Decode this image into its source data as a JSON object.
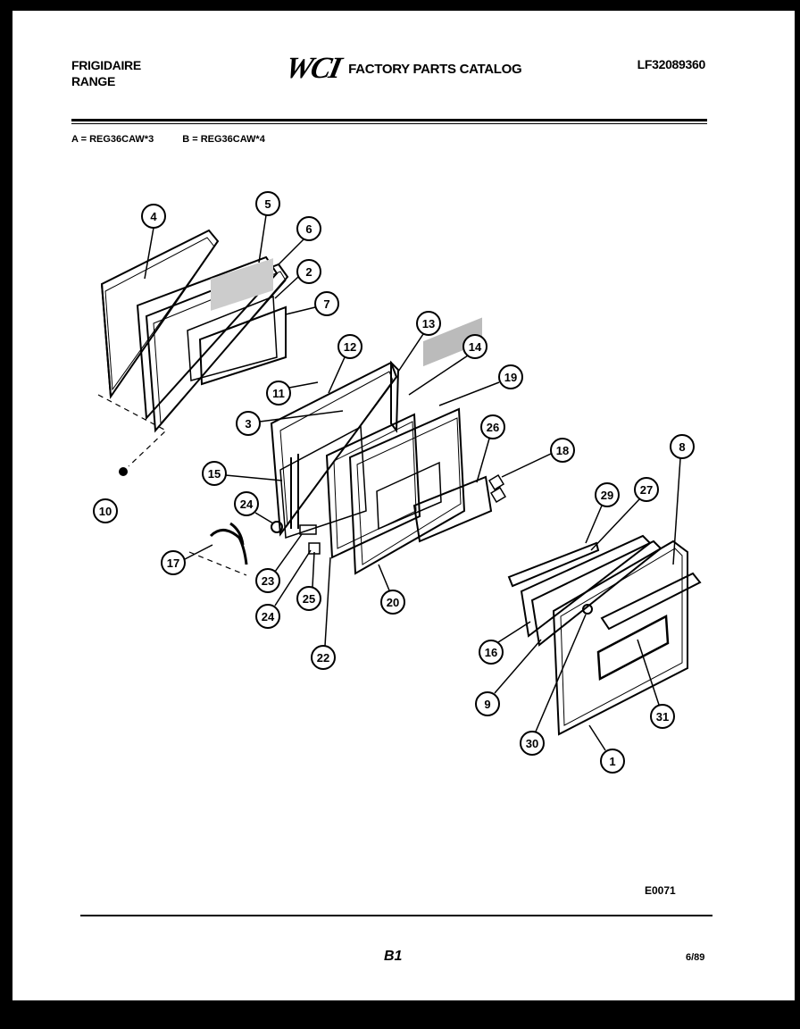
{
  "header": {
    "brand_line1": "FRIGIDAIRE",
    "brand_line2": "RANGE",
    "logo_text": "WCI",
    "catalog_title": "FACTORY PARTS CATALOG",
    "part_number": "LF32089360"
  },
  "models": {
    "a": "A = REG36CAW*3",
    "b": "B = REG36CAW*4"
  },
  "callouts": [
    "4",
    "5",
    "6",
    "2",
    "7",
    "13",
    "12",
    "14",
    "11",
    "19",
    "3",
    "26",
    "18",
    "15",
    "24",
    "8",
    "29",
    "27",
    "10",
    "17",
    "23",
    "25",
    "24",
    "20",
    "16",
    "22",
    "9",
    "31",
    "30",
    "1"
  ],
  "footer": {
    "drawing_code": "E0071",
    "page_label": "B1",
    "date": "6/89"
  }
}
